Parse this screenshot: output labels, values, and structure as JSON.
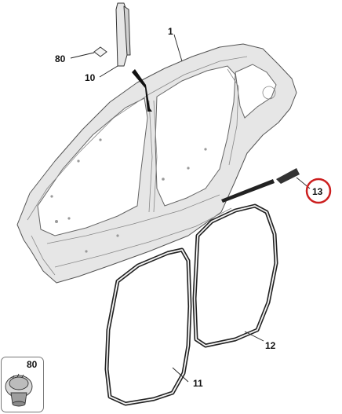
{
  "diagram": {
    "callouts": {
      "c1": "1",
      "c10": "10",
      "c80_top": "80",
      "c13": "13",
      "c12": "12",
      "c11": "11",
      "c80_inset": "80"
    },
    "highlight_color": "#cc1f1f",
    "part_fill": "#e6e6e6",
    "line_color": "#2b2b2b"
  }
}
